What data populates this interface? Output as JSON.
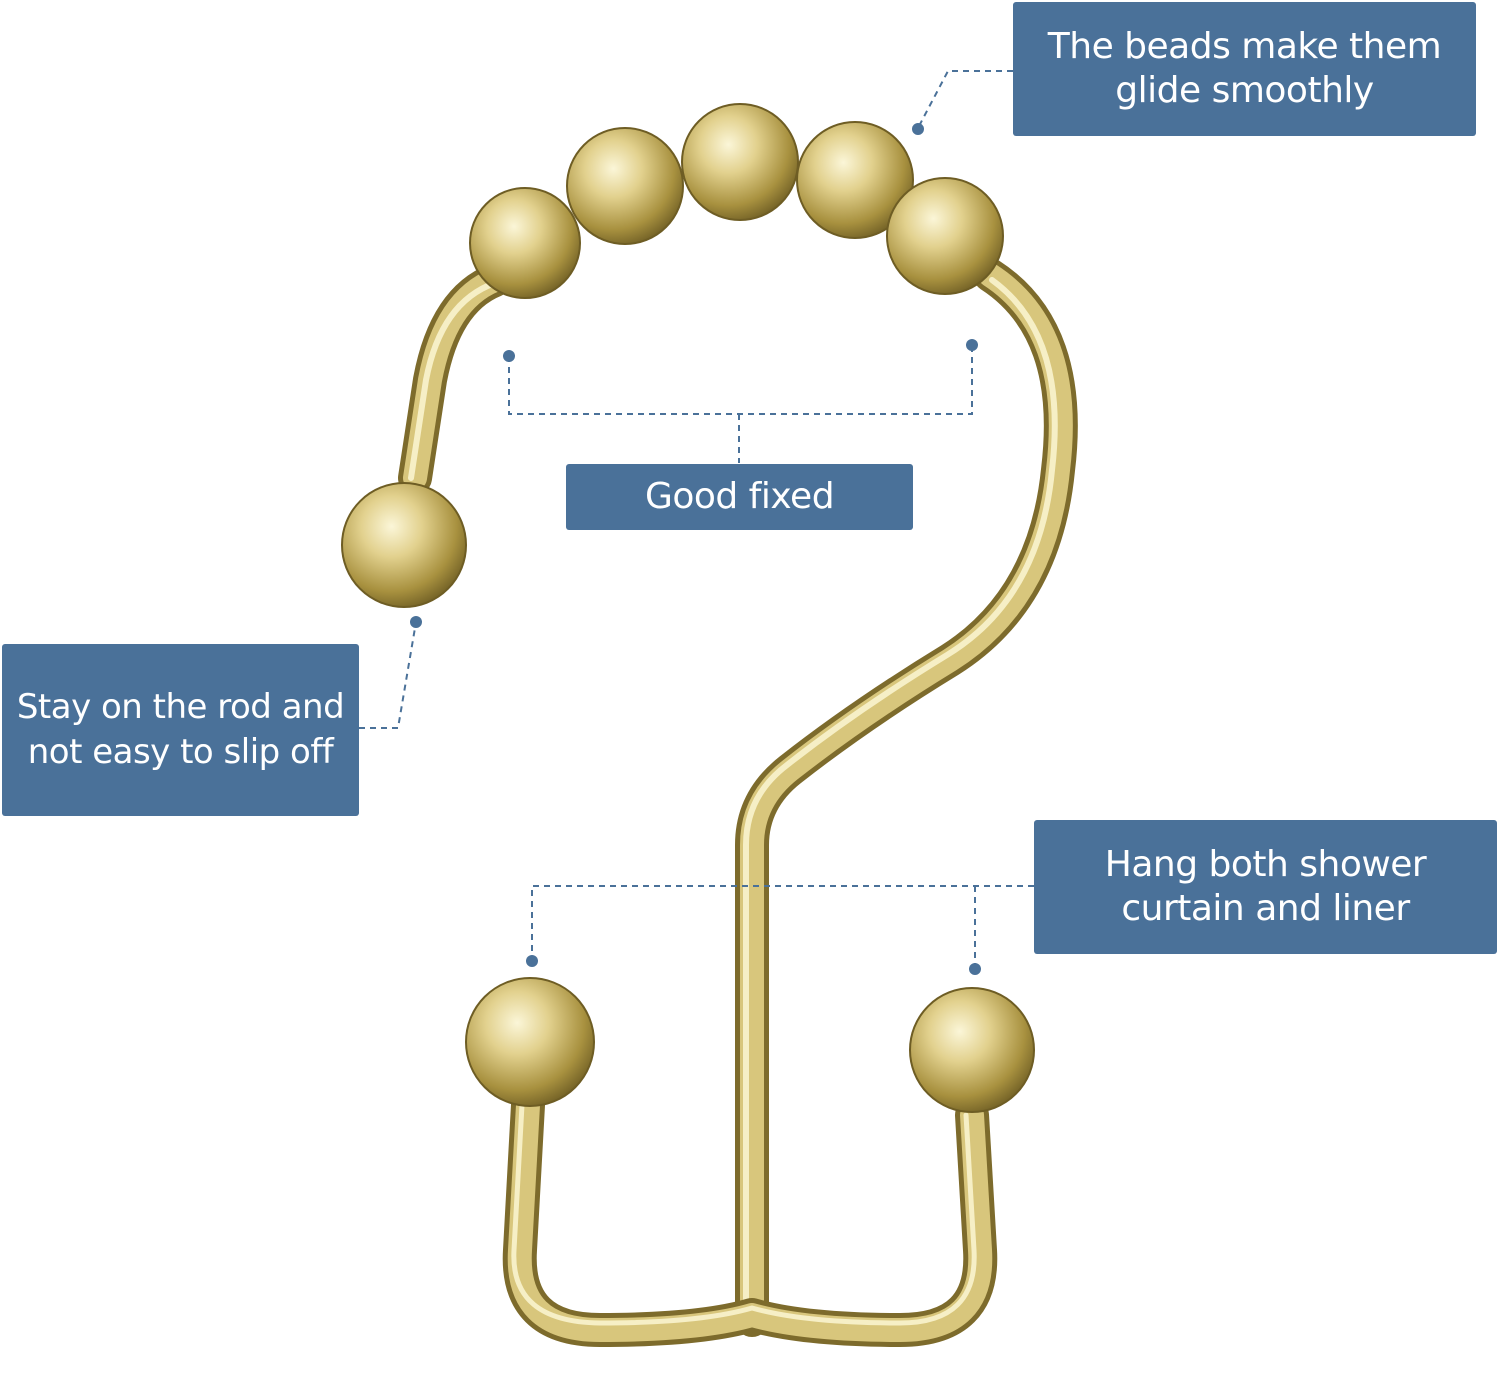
{
  "callouts": {
    "beads": "The beads make them glide smoothly",
    "fixed": "Good fixed",
    "stay": "Stay on the rod and not easy to slip off",
    "hang": "Hang both shower curtain and liner"
  },
  "colors": {
    "callout_background": "#4a7199",
    "callout_text": "#ffffff",
    "leader_line": "#4a7199",
    "metal": "#c9b46a",
    "background": "#ffffff"
  },
  "icons": {
    "product": "gold-double-shower-curtain-hook-with-roller-beads-icon"
  }
}
